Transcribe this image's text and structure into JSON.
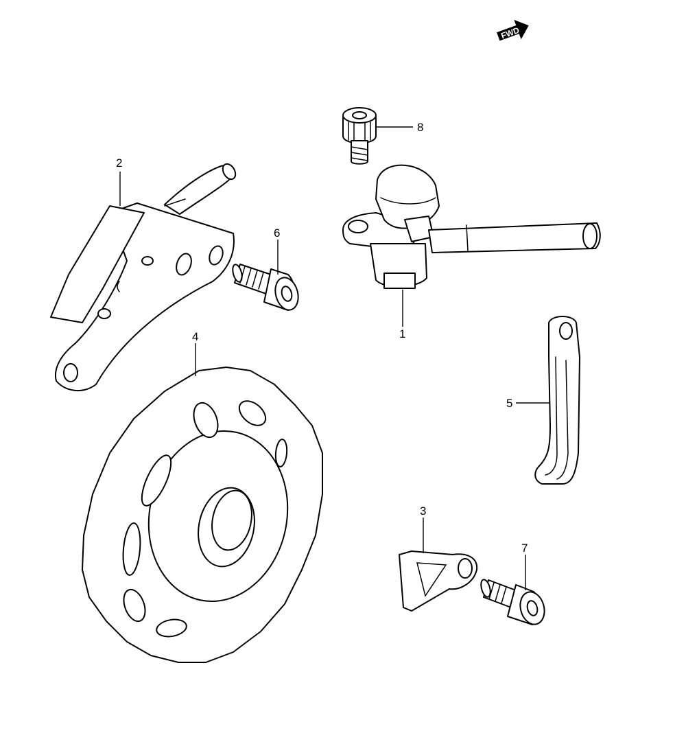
{
  "fwd_badge": "FWD",
  "callouts": [
    {
      "id": "1",
      "label": "1"
    },
    {
      "id": "2",
      "label": "2"
    },
    {
      "id": "3",
      "label": "3"
    },
    {
      "id": "4",
      "label": "4"
    },
    {
      "id": "5",
      "label": "5"
    },
    {
      "id": "6",
      "label": "6"
    },
    {
      "id": "7",
      "label": "7"
    },
    {
      "id": "8",
      "label": "8"
    }
  ]
}
